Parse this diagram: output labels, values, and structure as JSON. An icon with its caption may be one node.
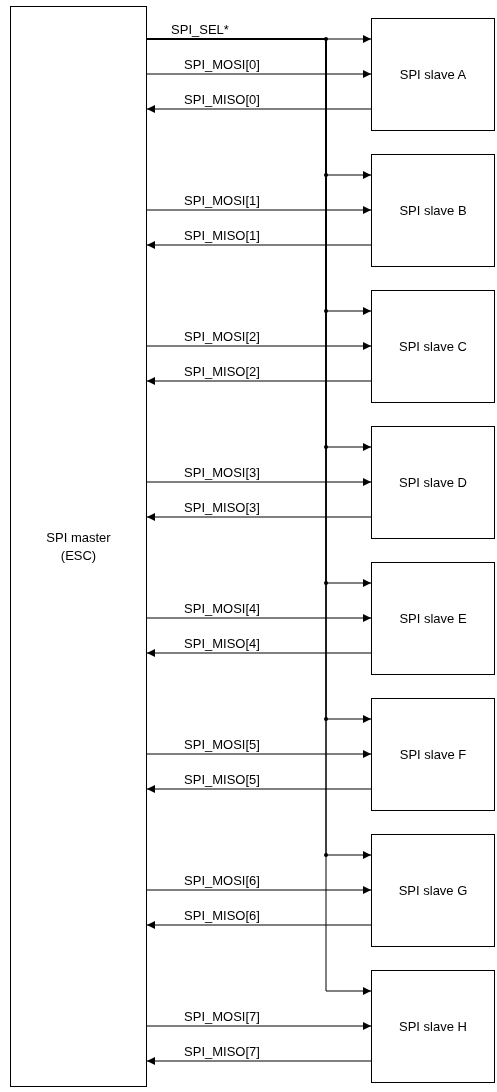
{
  "diagram": {
    "nodes": [
      {
        "text": [
          "SPI master (ESC)"
        ]
      },
      {
        "text": [
          "SPI slave A"
        ]
      },
      {
        "text": [
          "SPI slave B"
        ]
      },
      {
        "text": [
          "SPI slave C"
        ]
      },
      {
        "text": [
          "SPI slave D"
        ]
      },
      {
        "text": [
          "SPI slave E"
        ]
      },
      {
        "text": [
          "SPI slave F"
        ]
      },
      {
        "text": [
          "SPI slave G"
        ]
      },
      {
        "text": [
          "SPI slave H"
        ]
      }
    ],
    "edges": [
      {
        "from": 0,
        "to": 1,
        "arrow": "to",
        "label": "SPI_SEL*"
      },
      {
        "from": 0,
        "to": 1,
        "arrow": "to",
        "label": "SPI_MOSI[0]"
      },
      {
        "from": 1,
        "to": 0,
        "arrow": "to",
        "label": "SPI_MISO[0]"
      },
      {
        "from": 0,
        "to": 2,
        "arrow": "to"
      },
      {
        "from": 0,
        "to": 2,
        "arrow": "to",
        "label": "SPI_MOSI[1]"
      },
      {
        "from": 2,
        "to": 0,
        "arrow": "to",
        "label": "SPI_MISO[1]"
      },
      {
        "from": 0,
        "to": 3,
        "arrow": "to"
      },
      {
        "from": 0,
        "to": 3,
        "arrow": "to",
        "label": "SPI_MOSI[2]"
      },
      {
        "from": 3,
        "to": 0,
        "arrow": "to",
        "label": "SPI_MISO[2]"
      },
      {
        "from": 0,
        "to": 4,
        "arrow": "to"
      },
      {
        "from": 0,
        "to": 4,
        "arrow": "to",
        "label": "SPI_MOSI[3]"
      },
      {
        "from": 4,
        "to": 0,
        "arrow": "to",
        "label": "SPI_MISO[3]"
      },
      {
        "from": 0,
        "to": 5,
        "arrow": "to"
      },
      {
        "from": 0,
        "to": 5,
        "arrow": "to",
        "label": "SPI_MOSI[4]"
      },
      {
        "from": 5,
        "to": 0,
        "arrow": "to",
        "label": "SPI_MISO[4]"
      },
      {
        "from": 0,
        "to": 6,
        "arrow": "to"
      },
      {
        "from": 0,
        "to": 6,
        "arrow": "to",
        "label": "SPI_MOSI[5]"
      },
      {
        "from": 6,
        "to": 0,
        "arrow": "to",
        "label": "SPI_MISO[5]"
      },
      {
        "from": 0,
        "to": 7,
        "arrow": "to"
      },
      {
        "from": 0,
        "to": 7,
        "arrow": "to",
        "label": "SPI_MOSI[6]"
      },
      {
        "from": 7,
        "to": 0,
        "arrow": "to",
        "label": "SPI_MISO[6]"
      },
      {
        "from": 0,
        "to": 8,
        "arrow": "to"
      },
      {
        "from": 0,
        "to": 8,
        "arrow": "to",
        "label": "SPI_MOSI[7]"
      },
      {
        "from": 8,
        "to": 0,
        "arrow": "to",
        "label": "SPI_MISO[7]"
      }
    ]
  }
}
